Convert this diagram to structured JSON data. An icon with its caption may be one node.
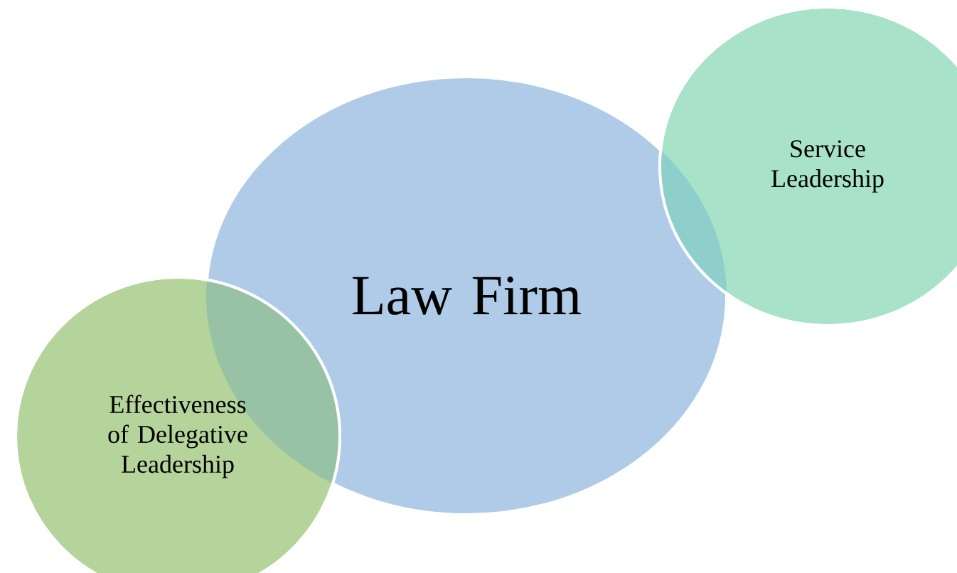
{
  "diagram": {
    "nodes": [
      {
        "text": [
          "Service Leadership"
        ]
      },
      {
        "text": [
          "Law Firm"
        ]
      },
      {
        "text": [
          "Effectiveness of Delegative Leadership"
        ]
      }
    ]
  }
}
